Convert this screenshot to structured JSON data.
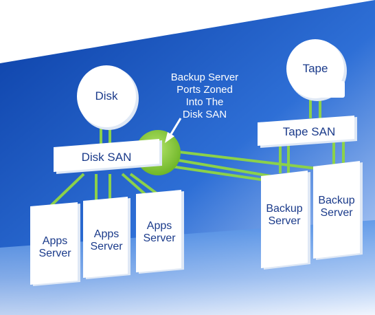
{
  "colors": {
    "band_dark": "#0b3fa6",
    "band_light": "#4d8fe6",
    "box_fill": "#ffffff",
    "label_text": "#1a3a8a",
    "link_green": "#8bd14a",
    "zone_green": "#86cc34",
    "callout_text": "#ffffff"
  },
  "diagram": {
    "disk": {
      "label": "Disk",
      "icon": "disk-storage-icon"
    },
    "tape": {
      "label": "Tape",
      "icon": "tape-storage-icon"
    },
    "disk_san": {
      "label": "Disk SAN"
    },
    "tape_san": {
      "label": "Tape SAN"
    },
    "apps_servers": [
      {
        "label_line1": "Apps",
        "label_line2": "Server"
      },
      {
        "label_line1": "Apps",
        "label_line2": "Server"
      },
      {
        "label_line1": "Apps",
        "label_line2": "Server"
      }
    ],
    "backup_servers": [
      {
        "label_line1": "Backup",
        "label_line2": "Server"
      },
      {
        "label_line1": "Backup",
        "label_line2": "Server"
      }
    ],
    "callout": {
      "lines": [
        "Backup Server",
        "Ports Zoned",
        "Into The",
        "Disk SAN"
      ]
    }
  }
}
